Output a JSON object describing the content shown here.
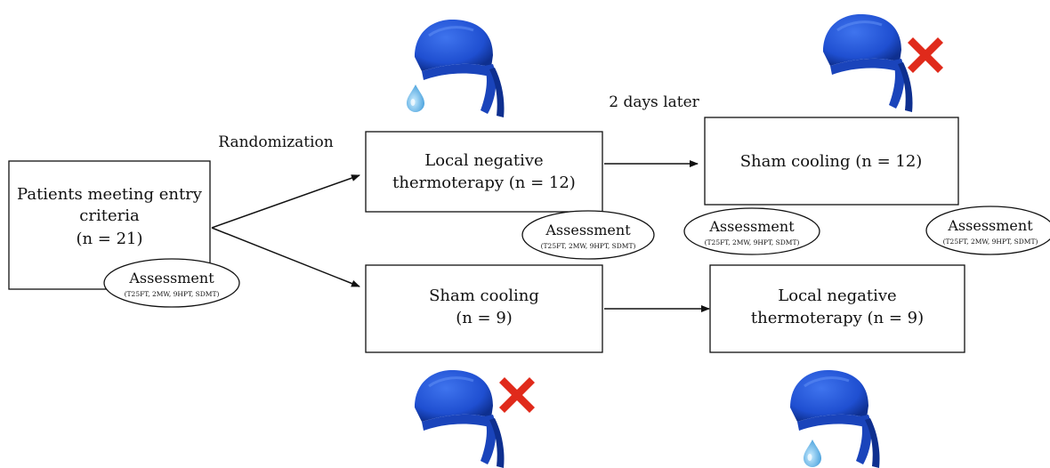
{
  "labels": {
    "randomization": "Randomization",
    "later": "2 days later"
  },
  "boxes": {
    "patients": {
      "line1": "Patients meeting entry",
      "line2": "criteria",
      "line3": "(n = 21)"
    },
    "local_top": {
      "line1": "Local negative",
      "line2": "thermoterapy (n = 12)"
    },
    "sham_top_right": {
      "line1": "Sham cooling (n = 12)"
    },
    "sham_bottom": {
      "line1": "Sham cooling",
      "line2": "(n = 9)"
    },
    "local_bottom_right": {
      "line1": "Local negative",
      "line2": "thermoterapy (n = 9)"
    }
  },
  "assessment": {
    "title": "Assessment",
    "tests": "(T25FT, 2MW, 9HPT, SDMT)"
  },
  "icons": {
    "cap": "cooling-cap-icon",
    "drop": "water-drop-icon",
    "cross": "red-x-icon"
  },
  "colors": {
    "cap": "#1f4fd1",
    "cap_dark": "#0e2f8f",
    "drop": "#58b3e6",
    "cross": "#e02a1b"
  }
}
